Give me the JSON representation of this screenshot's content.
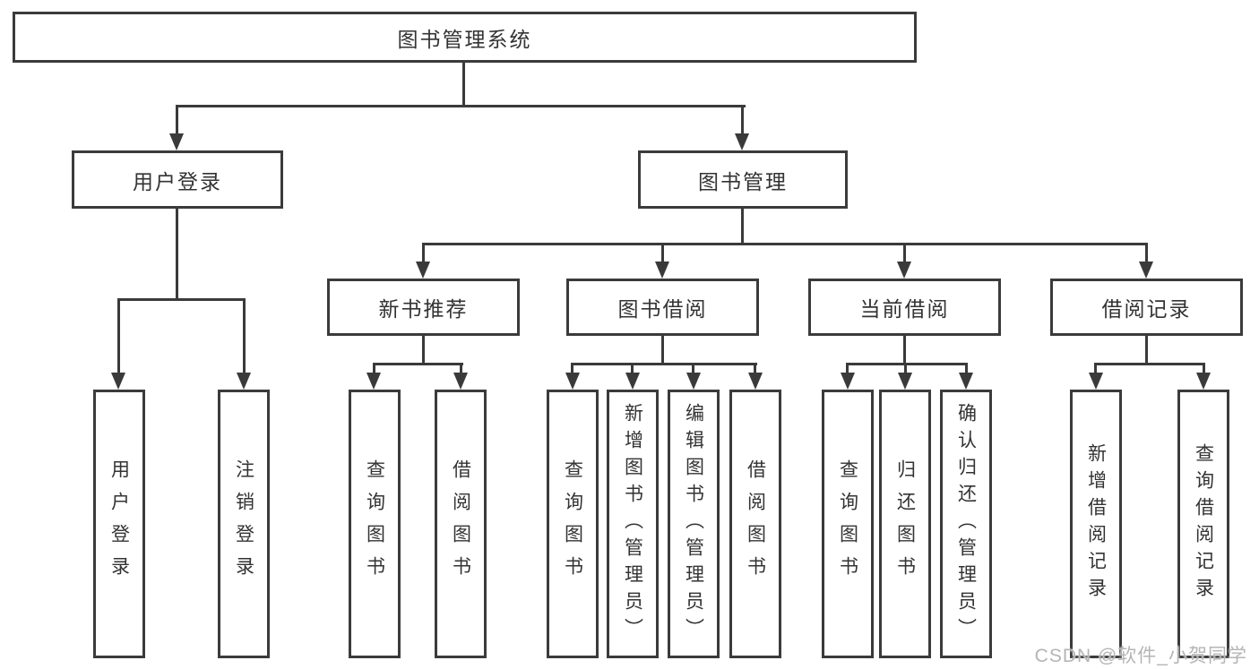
{
  "tree": {
    "root": {
      "label": "图书管理系统"
    },
    "level2": [
      {
        "label": "用户登录",
        "children": [
          {
            "label": "用户登录"
          },
          {
            "label": "注销登录"
          }
        ]
      },
      {
        "label": "图书管理",
        "children": [
          {
            "label": "新书推荐",
            "children": [
              {
                "label": "查询图书"
              },
              {
                "label": "借阅图书"
              }
            ]
          },
          {
            "label": "图书借阅",
            "children": [
              {
                "label": "查询图书"
              },
              {
                "label": "新增图书（管理员）"
              },
              {
                "label": "编辑图书（管理员）"
              },
              {
                "label": "借阅图书"
              }
            ]
          },
          {
            "label": "当前借阅",
            "children": [
              {
                "label": "查询图书"
              },
              {
                "label": "归还图书"
              },
              {
                "label": "确认归还（管理员）"
              }
            ]
          },
          {
            "label": "借阅记录",
            "children": [
              {
                "label": "新增借阅记录"
              },
              {
                "label": "查询借阅记录"
              }
            ]
          }
        ]
      }
    ]
  },
  "watermark": "CSDN @软件_小贺同学",
  "colors": {
    "line": "#3a3a3a",
    "border": "#3b3b3b",
    "text": "#333333",
    "background": "#ffffff",
    "watermark": "#b5b5b5"
  }
}
